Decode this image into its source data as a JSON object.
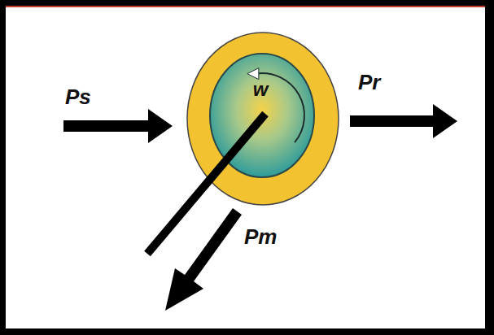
{
  "diagram": {
    "nodes": [
      {
        "text": [
          "w"
        ]
      }
    ],
    "labels": [
      "Ps",
      "Pr",
      "Pm"
    ]
  }
}
